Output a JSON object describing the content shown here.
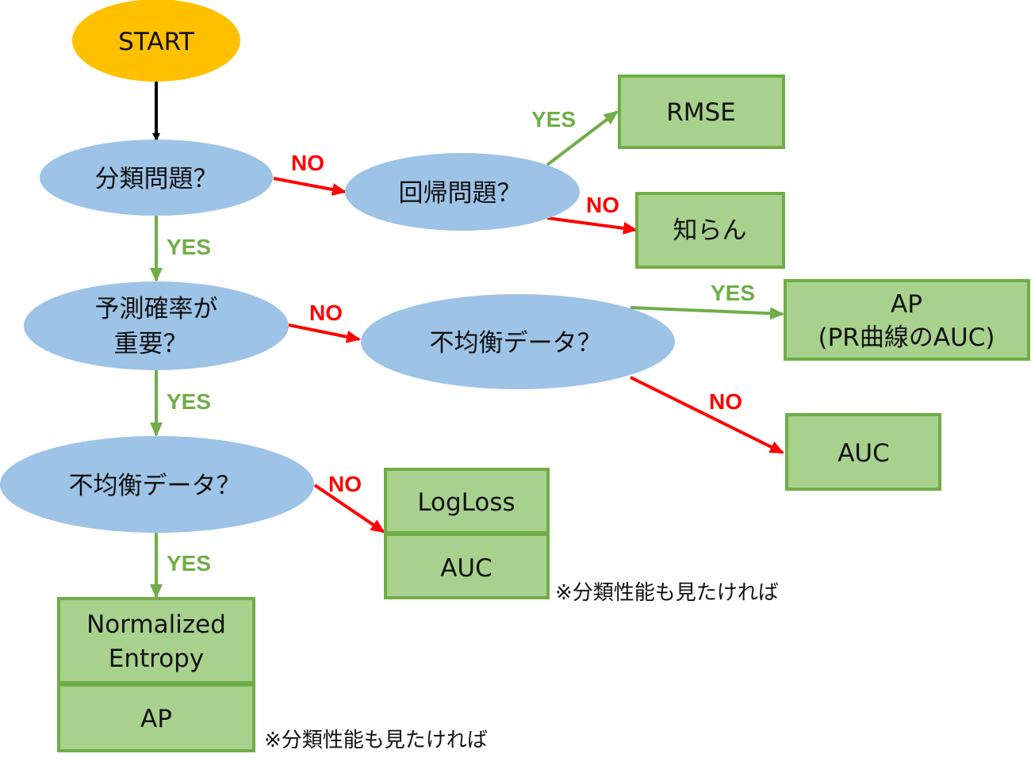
{
  "colors": {
    "start_fill": "#ffc000",
    "decision_fill": "#9dc3e6",
    "result_fill": "#a9d18e",
    "result_border": "#70ad47",
    "yes_color": "#70ad47",
    "no_color": "#ff0000",
    "start_arrow": "#000000"
  },
  "nodes": {
    "start": "START",
    "q_classification": "分類問題？",
    "q_regression": "回帰問題？",
    "q_prob_important_1": "予測確率が",
    "q_prob_important_2": "重要？",
    "q_imbalanced_right": "不均衡データ？",
    "q_imbalanced_left": "不均衡データ？",
    "r_rmse": "RMSE",
    "r_unknown": "知らん",
    "r_ap_pr_1": "AP",
    "r_ap_pr_2": "(PR曲線のAUC)",
    "r_auc": "AUC",
    "r_logloss": "LogLoss",
    "r_auc_sub": "AUC",
    "r_ne_1": "Normalized",
    "r_ne_2": "Entropy",
    "r_ap_sub": "AP"
  },
  "labels": {
    "yes": "YES",
    "no": "NO"
  },
  "notes": {
    "note_right": "※分類性能も見たければ",
    "note_bottom": "※分類性能も見たければ"
  }
}
